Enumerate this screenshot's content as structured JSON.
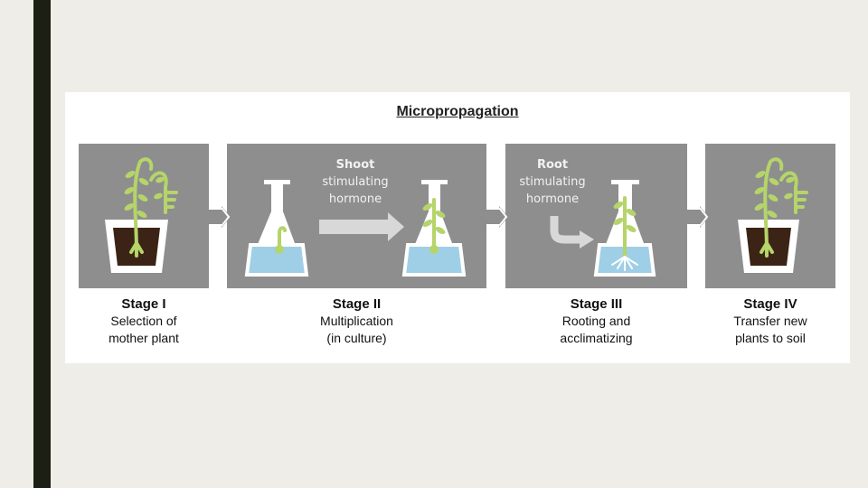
{
  "title": "Micropropagation",
  "hormones": {
    "shoot": {
      "name": "Shoot",
      "line1": "stimulating",
      "line2": "hormone"
    },
    "root": {
      "name": "Root",
      "line1": "stimulating",
      "line2": "hormone"
    }
  },
  "stages": [
    {
      "title": "Stage I",
      "line1": "Selection of",
      "line2": "mother plant"
    },
    {
      "title": "Stage II",
      "line1": "Multiplication",
      "line2": "(in culture)"
    },
    {
      "title": "Stage III",
      "line1": "Rooting and",
      "line2": "acclimatizing"
    },
    {
      "title": "Stage IV",
      "line1": "Transfer new",
      "line2": "plants to soil"
    }
  ],
  "colors": {
    "background": "#efede7",
    "sidebar": "#1c1f14",
    "panel": "#8e8e8e",
    "plant": "#b5d46a",
    "soil": "#3b2415",
    "medium": "#9fcfe6"
  }
}
